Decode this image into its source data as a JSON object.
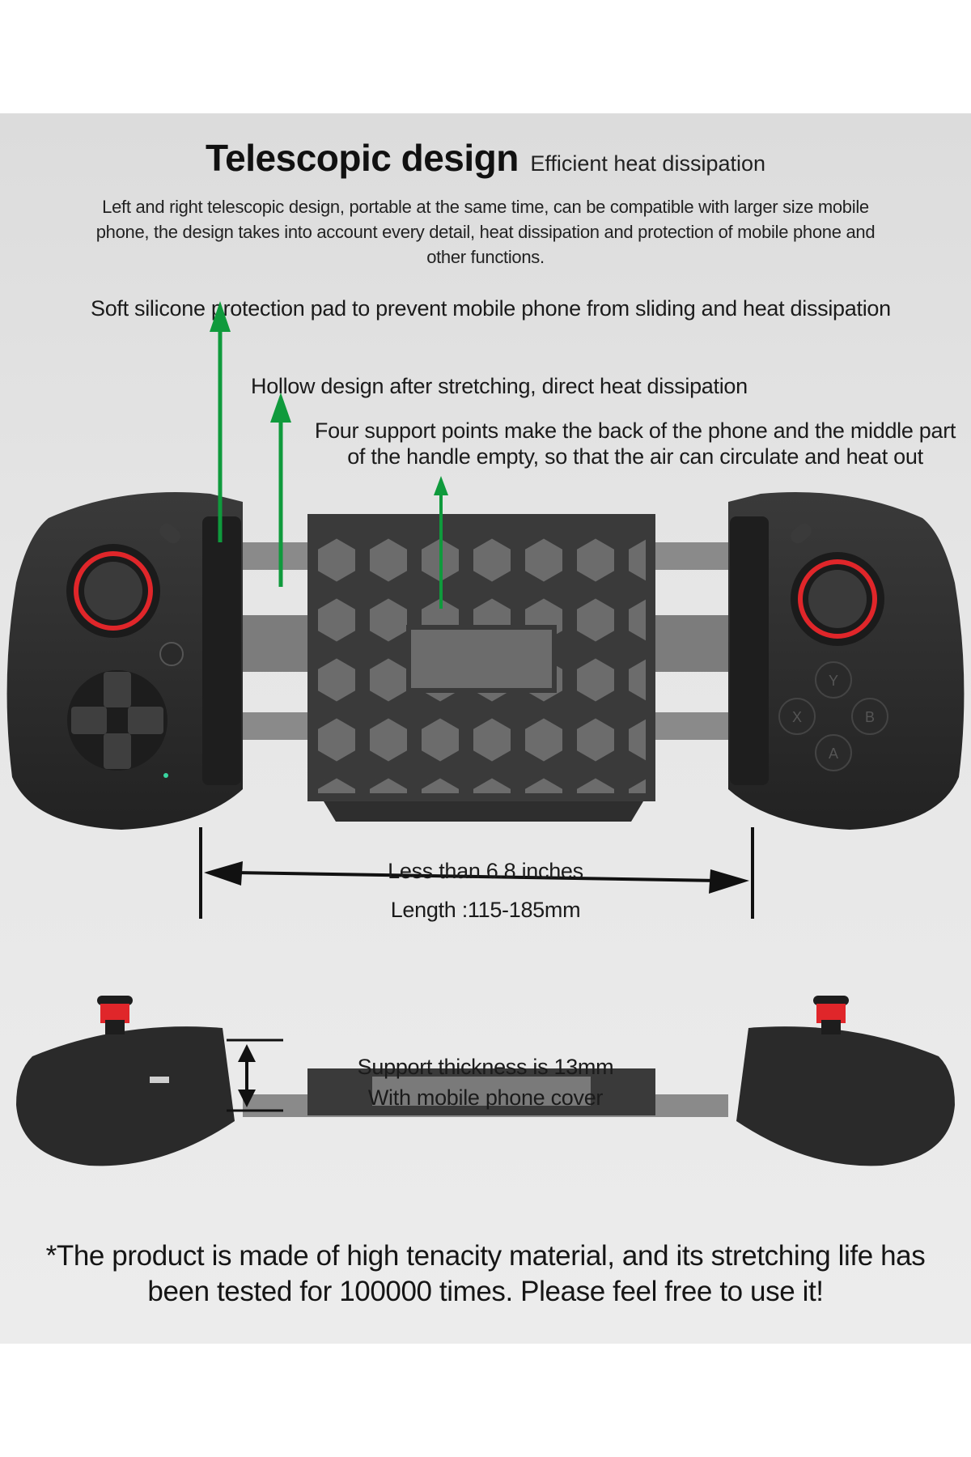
{
  "header": {
    "title": "Telescopic design",
    "subtitle": "Efficient heat dissipation",
    "description": "Left and right telescopic design, portable at the same time, can be compatible with larger size mobile phone, the design takes into account every detail, heat dissipation and protection of mobile phone and other functions."
  },
  "callouts": {
    "silicone_pad": "Soft silicone protection pad to prevent mobile phone from sliding and heat dissipation",
    "hollow_design": "Hollow design after stretching, direct heat dissipation",
    "support_points": "Four support points make the back of the phone and the middle part of the handle empty, so that the air can circulate and heat out"
  },
  "dimensions": {
    "size_label": "Less than 6.8 inches",
    "length_label": "Length :115-185mm",
    "thickness_label": "Support thickness is 13mm",
    "thickness_note": "With mobile phone cover"
  },
  "footnote": "*The product is made of high tenacity material, and its stretching life has been tested for 100000 times. Please feel free to use it!",
  "colors": {
    "arrow_green": "#0f9a3c",
    "accent_red": "#e0262a",
    "body_dark": "#2c2c2c",
    "grid_gray": "#5f5f5f"
  },
  "icons": {
    "face_buttons": [
      "Y",
      "X",
      "B",
      "A"
    ]
  }
}
